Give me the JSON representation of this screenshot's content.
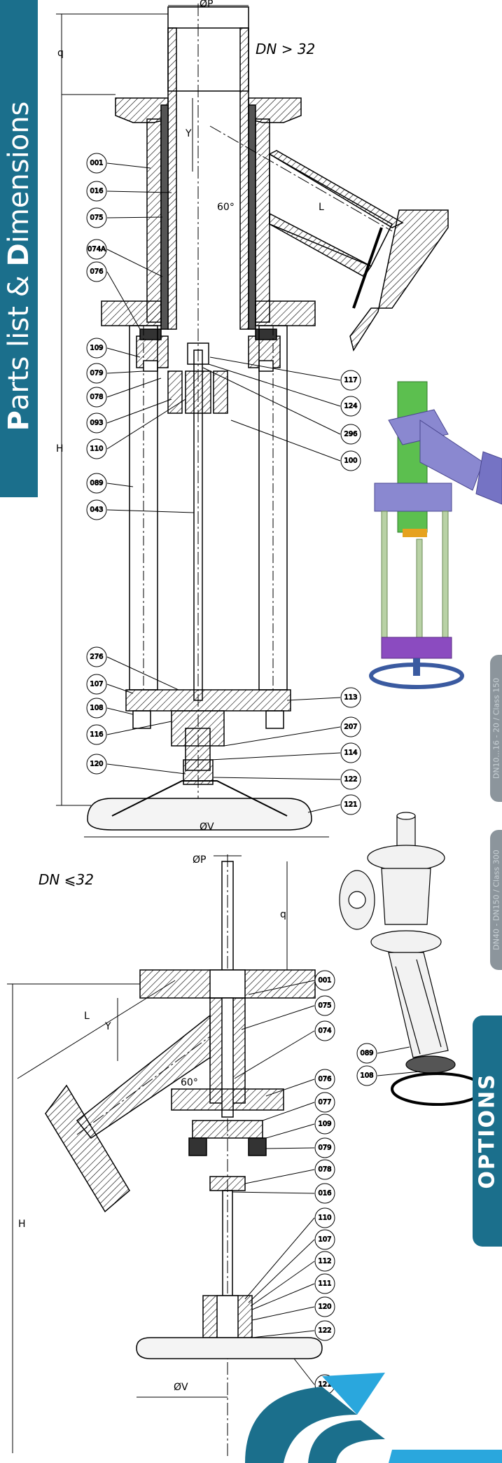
{
  "sidebar": {
    "title_first": "P",
    "title_a": "arts list & ",
    "title_second": "D",
    "title_b": "imensions"
  },
  "drawing_top": {
    "heading": "DN > 32",
    "dims": {
      "p": "ØP",
      "v": "ØV",
      "h": "H",
      "q": "q",
      "y": "Y",
      "l": "L",
      "angle": "60°"
    },
    "callouts_left": [
      "001",
      "016",
      "075",
      "074A",
      "076",
      "109",
      "079",
      "078",
      "093",
      "110",
      "089",
      "043",
      "276",
      "107",
      "108",
      "116",
      "120"
    ],
    "callouts_right": [
      "117",
      "124",
      "296",
      "100",
      "113",
      "207",
      "114",
      "122",
      "121"
    ]
  },
  "drawing_bottom": {
    "heading": "DN ⩽32",
    "dims": {
      "p": "ØP",
      "v": "ØV",
      "h": "H",
      "q": "q",
      "y": "Y",
      "l": "L",
      "angle": "60°"
    },
    "callouts_right": [
      "001",
      "075",
      "074",
      "076",
      "077",
      "109",
      "079",
      "078",
      "016",
      "110",
      "107",
      "112",
      "111",
      "120",
      "122",
      "121"
    ]
  },
  "iso_callouts": [
    "089",
    "108"
  ],
  "tabs": {
    "tab1": "DN10...16 - 20 / Class 150",
    "tab2": "DN40 - DN150 / Class 300"
  },
  "options": {
    "label": "OPTIONS"
  },
  "colors": {
    "brand": "#1b6f8c",
    "tab_grey": "#8c959c"
  }
}
